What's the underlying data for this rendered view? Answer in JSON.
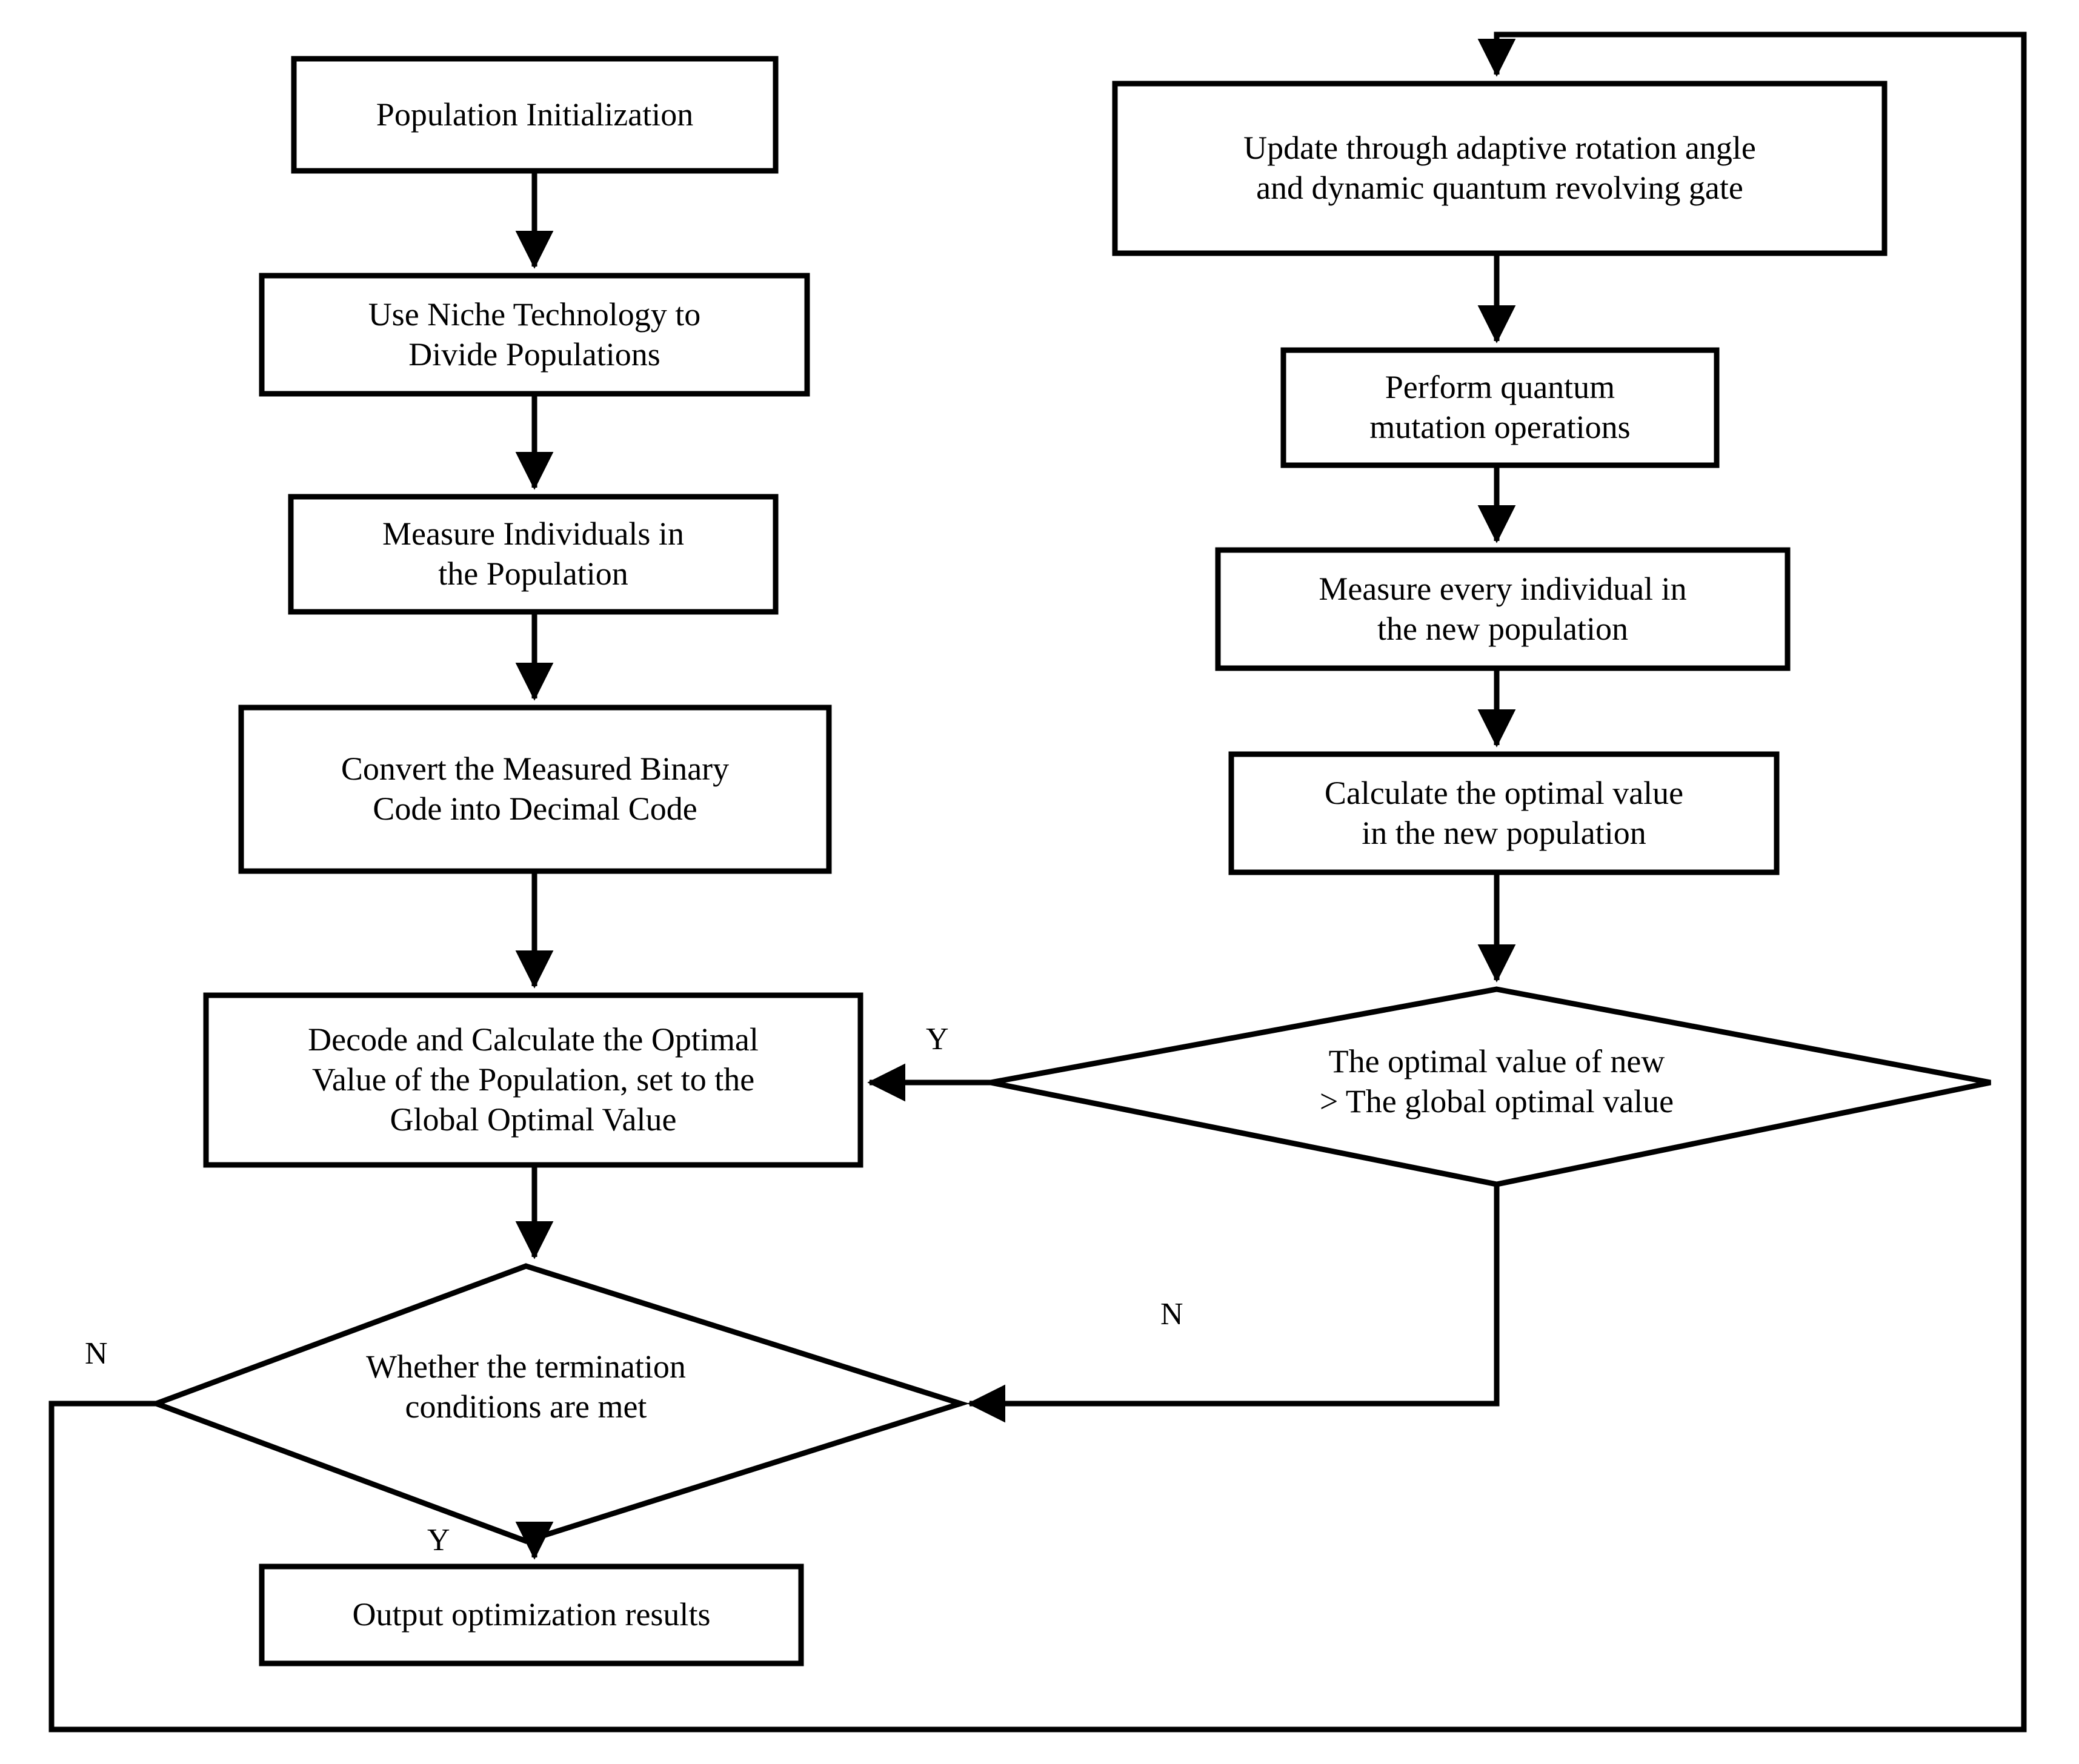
{
  "diagram": {
    "type": "flowchart",
    "title": "Niche quantum genetic algorithm flowchart",
    "background": "#ffffff",
    "line_color": "#000000",
    "nodes": [
      {
        "id": "population-initialization",
        "shape": "process",
        "text": "Population Initialization"
      },
      {
        "id": "use-niche-technology",
        "shape": "process",
        "text": "Use Niche Technology to\nDivide Populations"
      },
      {
        "id": "measure-individuals",
        "shape": "process",
        "text": "Measure Individuals in\nthe Population"
      },
      {
        "id": "convert-binary-to-decimal",
        "shape": "process",
        "text": "Convert the Measured Binary\nCode into Decimal Code"
      },
      {
        "id": "decode-and-calculate",
        "shape": "process",
        "text": "Decode and Calculate the Optimal\nValue of the Population, set to the\nGlobal Optimal Value"
      },
      {
        "id": "termination-condition",
        "shape": "decision",
        "text": "Whether the termination\nconditions are met"
      },
      {
        "id": "output-results",
        "shape": "process",
        "text": "Output optimization results"
      },
      {
        "id": "update-rotation-gate",
        "shape": "process",
        "text": "Update through adaptive rotation angle\nand dynamic quantum revolving gate"
      },
      {
        "id": "quantum-mutation",
        "shape": "process",
        "text": "Perform quantum\nmutation operations"
      },
      {
        "id": "measure-new-population",
        "shape": "process",
        "text": "Measure every individual in\nthe new population"
      },
      {
        "id": "calculate-optimal-new",
        "shape": "process",
        "text": "Calculate the optimal value\nin the new population"
      },
      {
        "id": "compare-optimal",
        "shape": "decision",
        "text": "The optimal value of  new\n> The global optimal value"
      }
    ],
    "edge_labels": {
      "compare_yes": "Y",
      "compare_no": "N",
      "termination_no": "N",
      "termination_yes": "Y"
    }
  }
}
